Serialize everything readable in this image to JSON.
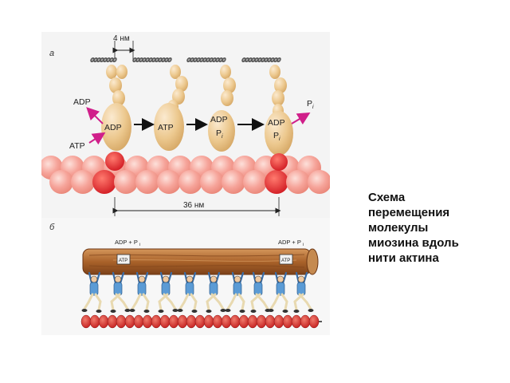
{
  "figure": {
    "panel_a_letter": "а",
    "panel_b_letter": "б",
    "dim_4nm": "4 нм",
    "dim_36nm": "36 нм",
    "labels": {
      "adp_released": "ADP",
      "atp_incoming": "ATP",
      "head1": "ADP",
      "head2": "ATP",
      "head3_line1": "ADP",
      "head3_line2": "P",
      "head3_sub": "i",
      "head4_line1": "ADP",
      "head4_line2": "P",
      "head4_sub": "i",
      "pi_released": "P",
      "pi_sub": "i",
      "b_left": "ADP + P",
      "b_left_sub": "i",
      "b_right": "ADP + P",
      "b_right_sub": "i",
      "barrel_atp_left": "ATP",
      "barrel_atp_right": "ATP"
    },
    "colors": {
      "actin": "#f6a49a",
      "actin_binding_site": "#e8202a",
      "myosin": "#ecc88e",
      "arrow_magenta": "#d01f8a",
      "filament_wood": "#b3662c",
      "figure_blue": "#5b9bd5",
      "bead_red": "#d8342f"
    }
  },
  "caption": {
    "lines": [
      "Схема",
      "перемещения",
      "молекулы",
      "миозина вдоль",
      "нити актина"
    ]
  }
}
